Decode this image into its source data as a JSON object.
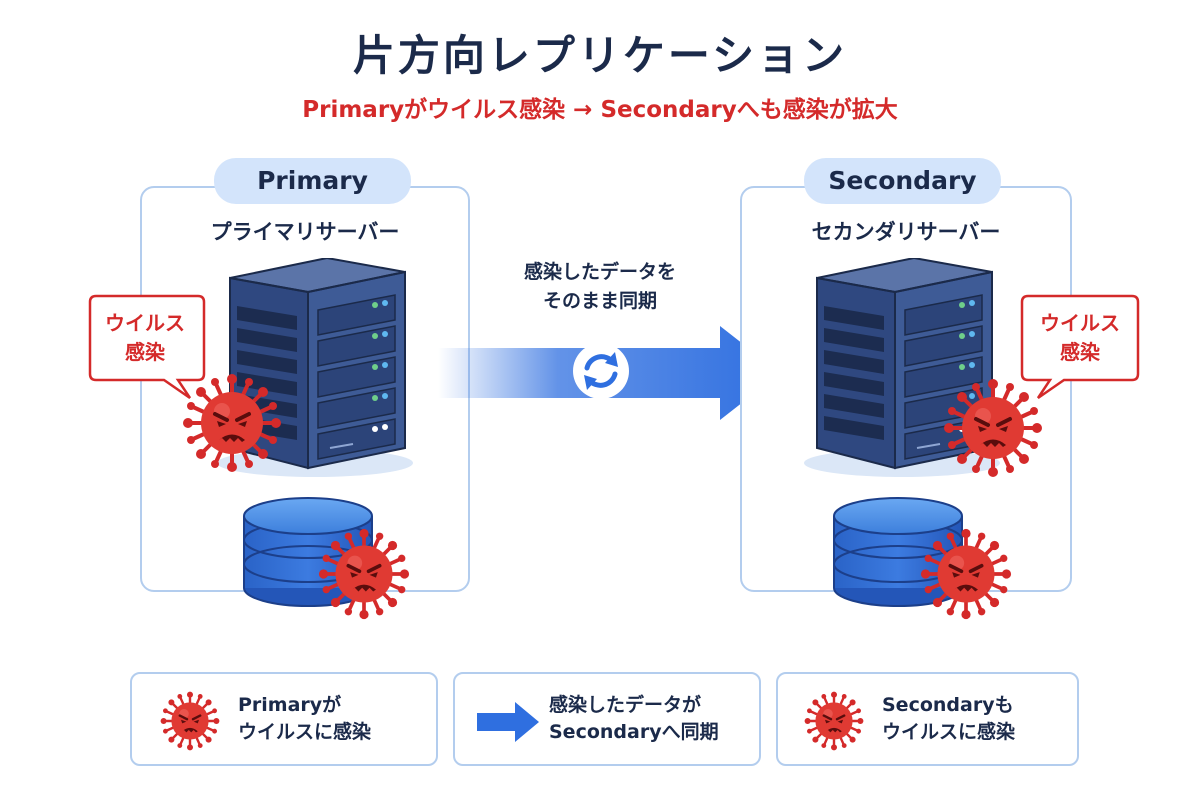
{
  "header": {
    "title": "片方向レプリケーション",
    "subtitle": "Primaryがウイルス感染 → Secondaryへも感染が拡大"
  },
  "primary": {
    "pill_label": "Primary",
    "server_label": "プライマリサーバー",
    "bubble_line1": "ウイルス",
    "bubble_line2": "感染"
  },
  "secondary": {
    "pill_label": "Secondary",
    "server_label": "セカンダリサーバー",
    "bubble_line1": "ウイルス",
    "bubble_line2": "感染"
  },
  "sync": {
    "line1": "感染したデータを",
    "line2": "そのまま同期",
    "icon": "sync-icon"
  },
  "cards": [
    {
      "icon": "virus-icon",
      "line1": "Primaryが",
      "line2": "ウイルスに感染"
    },
    {
      "icon": "arrow-right-icon",
      "line1": "感染したデータが",
      "line2": "Secondaryへ同期"
    },
    {
      "icon": "virus-icon",
      "line1": "Secondaryも",
      "line2": "ウイルスに感染"
    }
  ],
  "colors": {
    "title": "#1b2a4a",
    "alert_red": "#d42a2a",
    "accent_blue": "#2f6fe0",
    "panel_border": "#b3cdee",
    "pill_fill": "#d3e4fb"
  }
}
